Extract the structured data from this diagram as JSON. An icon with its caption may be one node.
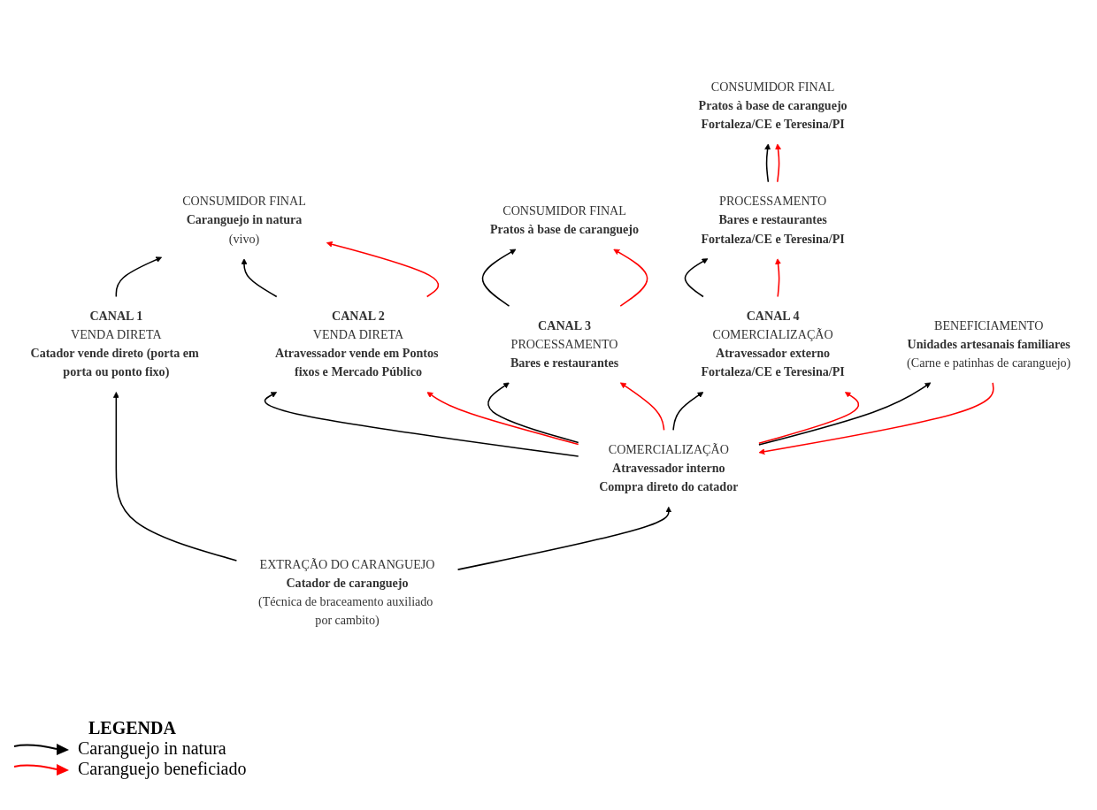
{
  "diagram": {
    "nodes": [
      {
        "text": [
          "CONSUMIDOR FINAL",
          "Caranguejo in natura",
          "(vivo)"
        ]
      },
      {
        "text": [
          "CONSUMIDOR FINAL",
          "Pratos à base de caranguejo"
        ]
      },
      {
        "text": [
          "CONSUMIDOR FINAL",
          "Pratos à base de caranguejo",
          "Fortaleza/CE e Teresina/PI"
        ]
      },
      {
        "text": [
          "PROCESSAMENTO",
          "Bares e restaurantes",
          "Fortaleza/CE e Teresina/PI"
        ]
      },
      {
        "text": [
          "CANAL 3",
          "PROCESSAMENTO",
          "Bares e restaurantes"
        ]
      },
      {
        "text": [
          "CANAL 2",
          "VENDA DIRETA",
          "Atravessador vende em Pontos fixos e Mercado Público"
        ]
      },
      {
        "text": [
          "CANAL 4",
          "COMERCIALIZAÇÃO",
          "Atravessador externo",
          "Fortaleza/CE e Teresina/PI"
        ]
      },
      {
        "text": [
          "CANAL 1",
          "VENDA DIRETA",
          "Catador vende direto (porta em porta ou ponto fixo)"
        ]
      },
      {
        "text": [
          "COMERCIALIZAÇÃO",
          "Atravessador interno",
          "Compra direto do catador"
        ]
      },
      {
        "text": [
          "BENEFICIAMENTO",
          "Unidades artesanais familiares",
          "(Carne e patinhas de caranguejo)"
        ]
      },
      {
        "text": [
          "EXTRAÇÃO DO CARANGUEJO",
          "Catador de caranguejo",
          "(Técnica de braceamento auxiliado por cambito)"
        ]
      }
    ],
    "edges": [
      {
        "from": 10,
        "to": 7,
        "arrow": "to"
      },
      {
        "from": 10,
        "to": 8,
        "arrow": "to"
      },
      {
        "from": 7,
        "to": 0,
        "arrow": "to"
      },
      {
        "from": 8,
        "to": 5,
        "arrow": "to"
      },
      {
        "from": 8,
        "to": 5,
        "arrow": "to",
        "color": "#ff0000"
      },
      {
        "from": 8,
        "to": 4,
        "arrow": "to"
      },
      {
        "from": 8,
        "to": 4,
        "arrow": "to",
        "color": "#ff0000"
      },
      {
        "from": 8,
        "to": 6,
        "arrow": "to"
      },
      {
        "from": 8,
        "to": 6,
        "arrow": "to",
        "color": "#ff0000"
      },
      {
        "from": 8,
        "to": 9,
        "arrow": "to"
      },
      {
        "from": 9,
        "to": 8,
        "arrow": "to",
        "color": "#ff0000"
      },
      {
        "from": 5,
        "to": 0,
        "arrow": "to"
      },
      {
        "from": 5,
        "to": 0,
        "arrow": "to",
        "color": "#ff0000"
      },
      {
        "from": 4,
        "to": 1,
        "arrow": "to"
      },
      {
        "from": 4,
        "to": 1,
        "arrow": "to",
        "color": "#ff0000"
      },
      {
        "from": 6,
        "to": 3,
        "arrow": "to"
      },
      {
        "from": 6,
        "to": 3,
        "arrow": "to",
        "color": "#ff0000"
      },
      {
        "from": 3,
        "to": 2,
        "arrow": "to"
      },
      {
        "from": 3,
        "to": 2,
        "arrow": "to",
        "color": "#ff0000"
      }
    ],
    "labels": [
      "LEGENDA"
    ],
    "legend": [
      {
        "text": "Caranguejo in natura"
      },
      {
        "text": "Caranguejo beneficiado"
      }
    ]
  }
}
